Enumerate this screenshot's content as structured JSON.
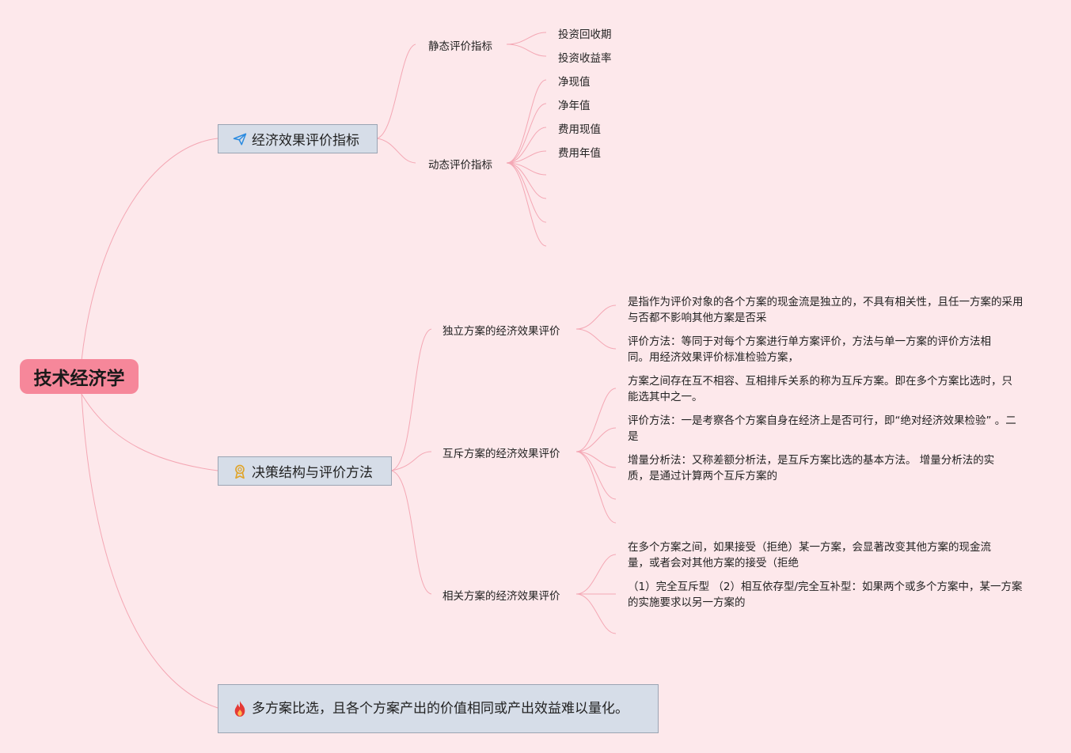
{
  "root": {
    "label": "技术经济学"
  },
  "branch1": {
    "label": "经济效果评价指标",
    "icon": "paper-plane-icon",
    "static": {
      "label": "静态评价指标",
      "items": [
        "投资回收期",
        "投资收益率"
      ]
    },
    "dynamic": {
      "label": "动态评价指标",
      "items": [
        "净现值",
        "净年值",
        "费用现值",
        "费用年值"
      ]
    }
  },
  "branch2": {
    "label": "决策结构与评价方法",
    "icon": "award-ribbon-icon",
    "independent": {
      "label": "独立方案的经济效果评价",
      "items": [
        "是指作为评价对象的各个方案的现金流是独立的，不具有相关性，且任一方案的采用与否都不影响其他方案是否采",
        "评价方法：等同于对每个方案进行单方案评价，方法与单一方案的评价方法相同。用经济效果评价标准检验方案，"
      ]
    },
    "exclusive": {
      "label": "互斥方案的经济效果评价",
      "items": [
        "方案之间存在互不相容、互相排斥关系的称为互斥方案。即在多个方案比选时，只能选其中之一。",
        "评价方法：一是考察各个方案自身在经济上是否可行，即“绝对经济效果检验” 。二是",
        "增量分析法：又称差额分析法，是互斥方案比选的基本方法。 增量分析法的实质，是通过计算两个互斥方案的"
      ]
    },
    "related": {
      "label": "相关方案的经济效果评价",
      "items": [
        "在多个方案之间，如果接受（拒绝）某一方案，会显著改变其他方案的现金流量，或者会对其他方案的接受（拒绝",
        "（1）完全互斥型 （2）相互依存型/完全互补型：如果两个或多个方案中，某一方案的实施要求以另一方案的"
      ]
    }
  },
  "branch3": {
    "label": "多方案比选，且各个方案产出的价值相同或产出效益难以量化。",
    "icon": "fire-icon"
  },
  "colors": {
    "background": "#fde8eb",
    "root_fill": "#f6879a",
    "topic_fill": "#d6dde8",
    "topic_border": "#9aa4b3",
    "connector": "#f4a7b4"
  }
}
